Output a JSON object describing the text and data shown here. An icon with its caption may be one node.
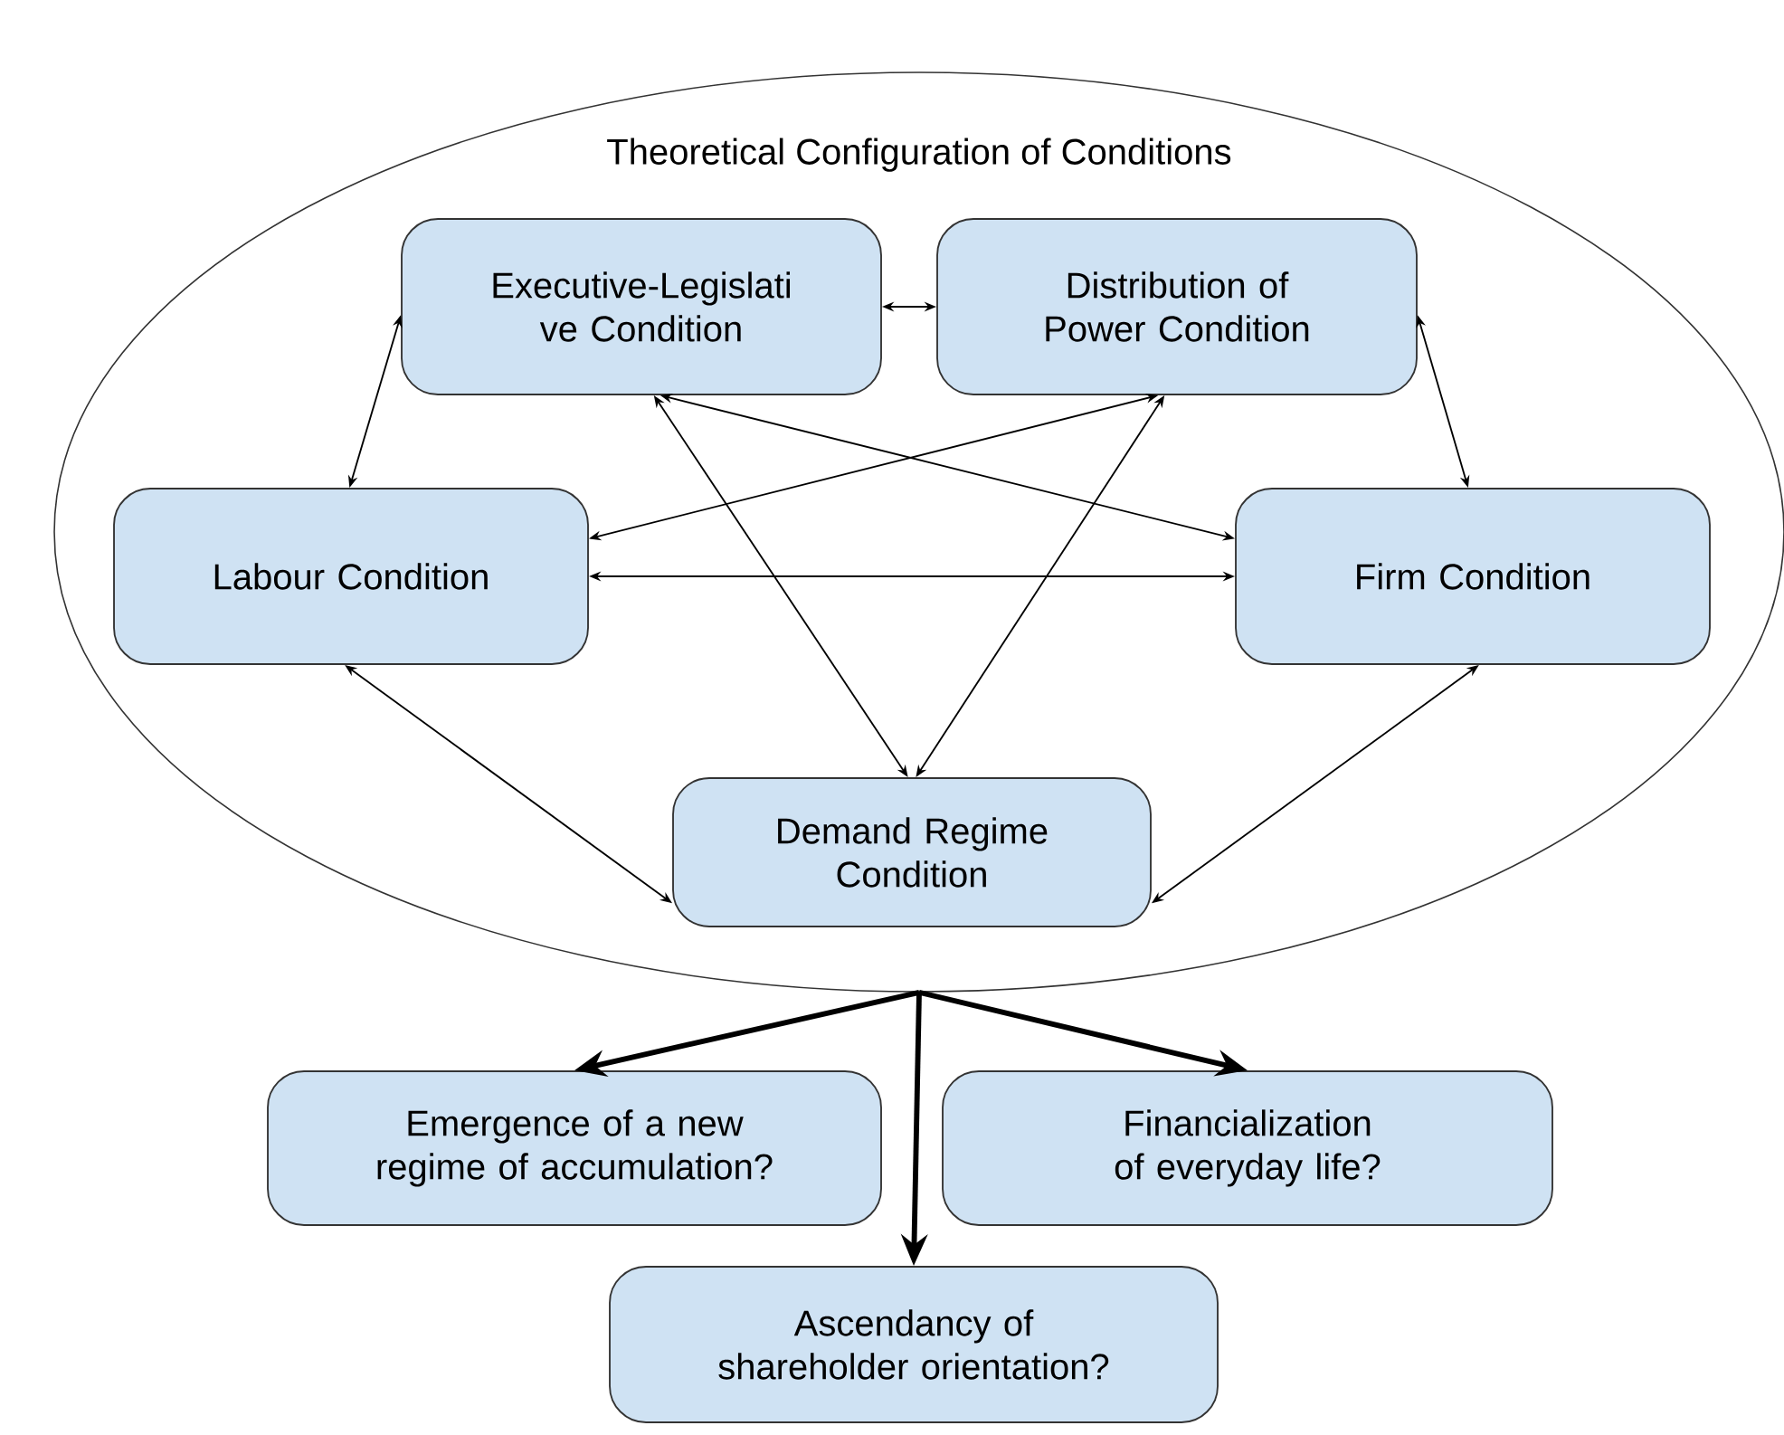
{
  "diagram": {
    "nodes": [
      {
        "text": [
          "Theoretical Configuration of Conditions"
        ]
      },
      {
        "text": [
          "Executive-Legislati ve Condition"
        ],
        "in": 0
      },
      {
        "text": [
          "Distribution of Power Condition"
        ],
        "in": 0
      },
      {
        "text": [
          "Labour Condition"
        ],
        "in": 0
      },
      {
        "text": [
          "Firm Condition"
        ],
        "in": 0
      },
      {
        "text": [
          "Demand Regime Condition"
        ],
        "in": 0
      },
      {
        "text": [
          "Emergence of a new regime of accumulation?"
        ]
      },
      {
        "text": [
          "Financialization of everyday life?"
        ]
      },
      {
        "text": [
          "Ascendancy of shareholder orientation?"
        ]
      }
    ],
    "edges": [
      {
        "from": 1,
        "to": 2,
        "arrow": "both"
      },
      {
        "from": 1,
        "to": 3,
        "arrow": "both"
      },
      {
        "from": 2,
        "to": 4,
        "arrow": "both"
      },
      {
        "from": 3,
        "to": 4,
        "arrow": "both"
      },
      {
        "from": 1,
        "to": 4,
        "arrow": "both"
      },
      {
        "from": 2,
        "to": 3,
        "arrow": "both"
      },
      {
        "from": 1,
        "to": 5,
        "arrow": "both"
      },
      {
        "from": 2,
        "to": 5,
        "arrow": "both"
      },
      {
        "from": 3,
        "to": 5,
        "arrow": "both"
      },
      {
        "from": 4,
        "to": 5,
        "arrow": "both"
      },
      {
        "from": 0,
        "to": 6,
        "arrow": "to",
        "style": "thick"
      },
      {
        "from": 0,
        "to": 7,
        "arrow": "to",
        "style": "thick"
      },
      {
        "from": 0,
        "to": 8,
        "arrow": "to",
        "style": "thick"
      }
    ]
  }
}
